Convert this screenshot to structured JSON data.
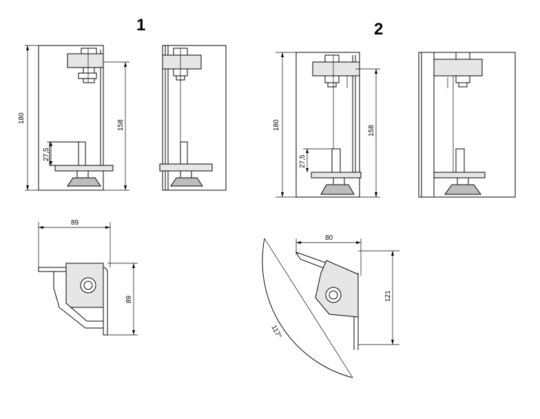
{
  "labels": {
    "variant_1": "1",
    "variant_2": "2"
  },
  "dimensions": {
    "v1_height_total": "180",
    "v1_height_rail": "158",
    "v1_height_foot": "27,5",
    "v1_width_top": "89",
    "v1_depth_top": "89",
    "v2_height_total": "180",
    "v2_height_rail": "158",
    "v2_height_foot": "27,5",
    "v2_width_top": "80",
    "v2_depth_top": "121",
    "v2_angle": "117°"
  }
}
